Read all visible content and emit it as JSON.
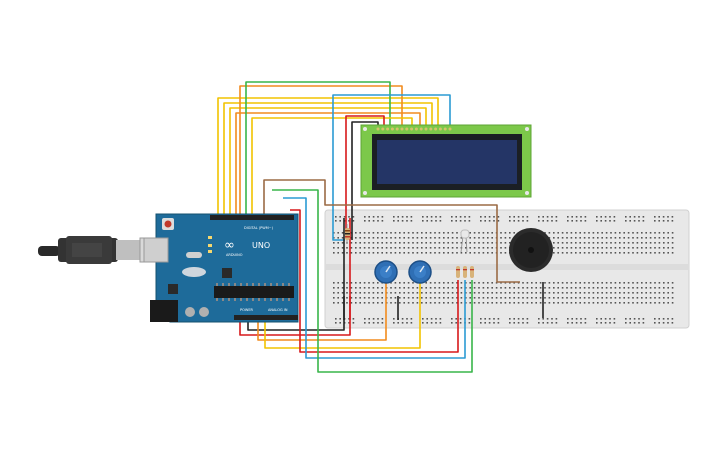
{
  "arduino": {
    "logo": "∞",
    "model": "UNO",
    "brand": "ARDUINO",
    "digital_label": "DIGITAL (PWM~)",
    "power_label": "POWER",
    "analog_label": "ANALOG IN"
  },
  "colors": {
    "board": "#1e6b9a",
    "board_dark": "#16557d",
    "lcd_frame": "#7cc84a",
    "lcd_screen": "#1f2d55",
    "breadboard": "#e6e6e6",
    "potentiometer": "#2f6fb5",
    "buzzer": "#2b2b2b",
    "wire_green": "#39b54a",
    "wire_yellow": "#f2c300",
    "wire_orange": "#f28c1e",
    "wire_red": "#d7191c",
    "wire_blue": "#2b9bd3",
    "wire_black": "#222222",
    "wire_brown": "#9b6b45"
  },
  "components": [
    "usb-cable",
    "arduino-uno",
    "breadboard",
    "lcd-16x2",
    "potentiometer-1",
    "potentiometer-2",
    "resistor-lcd",
    "resistors-led",
    "led",
    "piezo-buzzer"
  ]
}
